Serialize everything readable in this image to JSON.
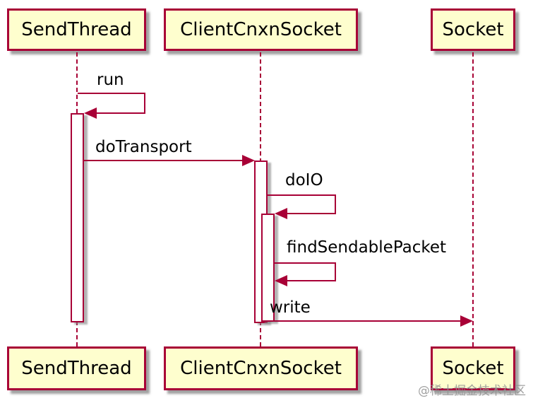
{
  "diagram": {
    "type": "uml-sequence",
    "colors": {
      "participant_fill": "#FEFECE",
      "line_and_border": "#A80036",
      "text": "#000000",
      "shadow": "#828282",
      "background": "#FFFFFF",
      "watermark_text_color": "#919191"
    },
    "participants": [
      {
        "name": "SendThread"
      },
      {
        "name": "ClientCnxnSocket"
      },
      {
        "name": "Socket"
      }
    ],
    "messages": [
      {
        "label": "run",
        "from": "SendThread",
        "to": "SendThread",
        "kind": "self-call"
      },
      {
        "label": "doTransport",
        "from": "SendThread",
        "to": "ClientCnxnSocket",
        "kind": "call"
      },
      {
        "label": "doIO",
        "from": "ClientCnxnSocket",
        "to": "ClientCnxnSocket",
        "kind": "self-call"
      },
      {
        "label": "findSendablePacket",
        "from": "ClientCnxnSocket",
        "to": "ClientCnxnSocket",
        "kind": "self-call"
      },
      {
        "label": "write",
        "from": "ClientCnxnSocket",
        "to": "Socket",
        "kind": "call"
      }
    ],
    "watermark": "@稀土掘金技术社区"
  }
}
